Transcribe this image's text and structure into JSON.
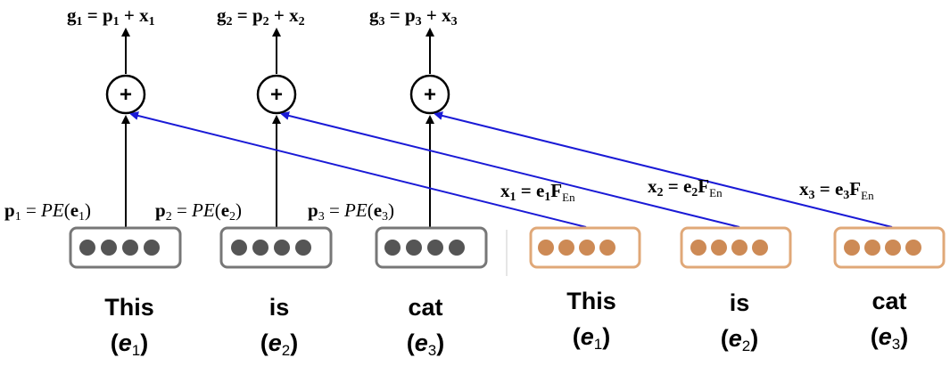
{
  "outputs": [
    {
      "g": "g",
      "sub": "1",
      "p": "p",
      "x": "x"
    },
    {
      "g": "g",
      "sub": "2",
      "p": "p",
      "x": "x"
    },
    {
      "g": "g",
      "sub": "3",
      "p": "p",
      "x": "x"
    }
  ],
  "plus_symbol": "+",
  "equals_symbol": "=",
  "pe_labels": [
    {
      "p": "p",
      "sub": "1",
      "fn": "PE",
      "e": "e"
    },
    {
      "p": "p",
      "sub": "2",
      "fn": "PE",
      "e": "e"
    },
    {
      "p": "p",
      "sub": "3",
      "fn": "PE",
      "e": "e"
    }
  ],
  "emb_labels": [
    {
      "x": "x",
      "sub": "1",
      "e": "e",
      "F": "F",
      "fsub": "En"
    },
    {
      "x": "x",
      "sub": "2",
      "e": "e",
      "F": "F",
      "fsub": "En"
    },
    {
      "x": "x",
      "sub": "3",
      "e": "e",
      "F": "F",
      "fsub": "En"
    }
  ],
  "left_tokens": [
    {
      "word": "This",
      "e": "e",
      "sub": "1"
    },
    {
      "word": "is",
      "e": "e",
      "sub": "2"
    },
    {
      "word": "cat",
      "e": "e",
      "sub": "3"
    }
  ],
  "right_tokens": [
    {
      "word": "This",
      "e": "e",
      "sub": "1"
    },
    {
      "word": "is",
      "e": "e",
      "sub": "2"
    },
    {
      "word": "cat",
      "e": "e",
      "sub": "3"
    }
  ],
  "colors": {
    "gray_box": "#777777",
    "gray_dot": "#555555",
    "orange_box": "#e0a878",
    "orange_dot": "#cd8a55",
    "blue_line": "#1a1ad6",
    "black": "#000000"
  }
}
